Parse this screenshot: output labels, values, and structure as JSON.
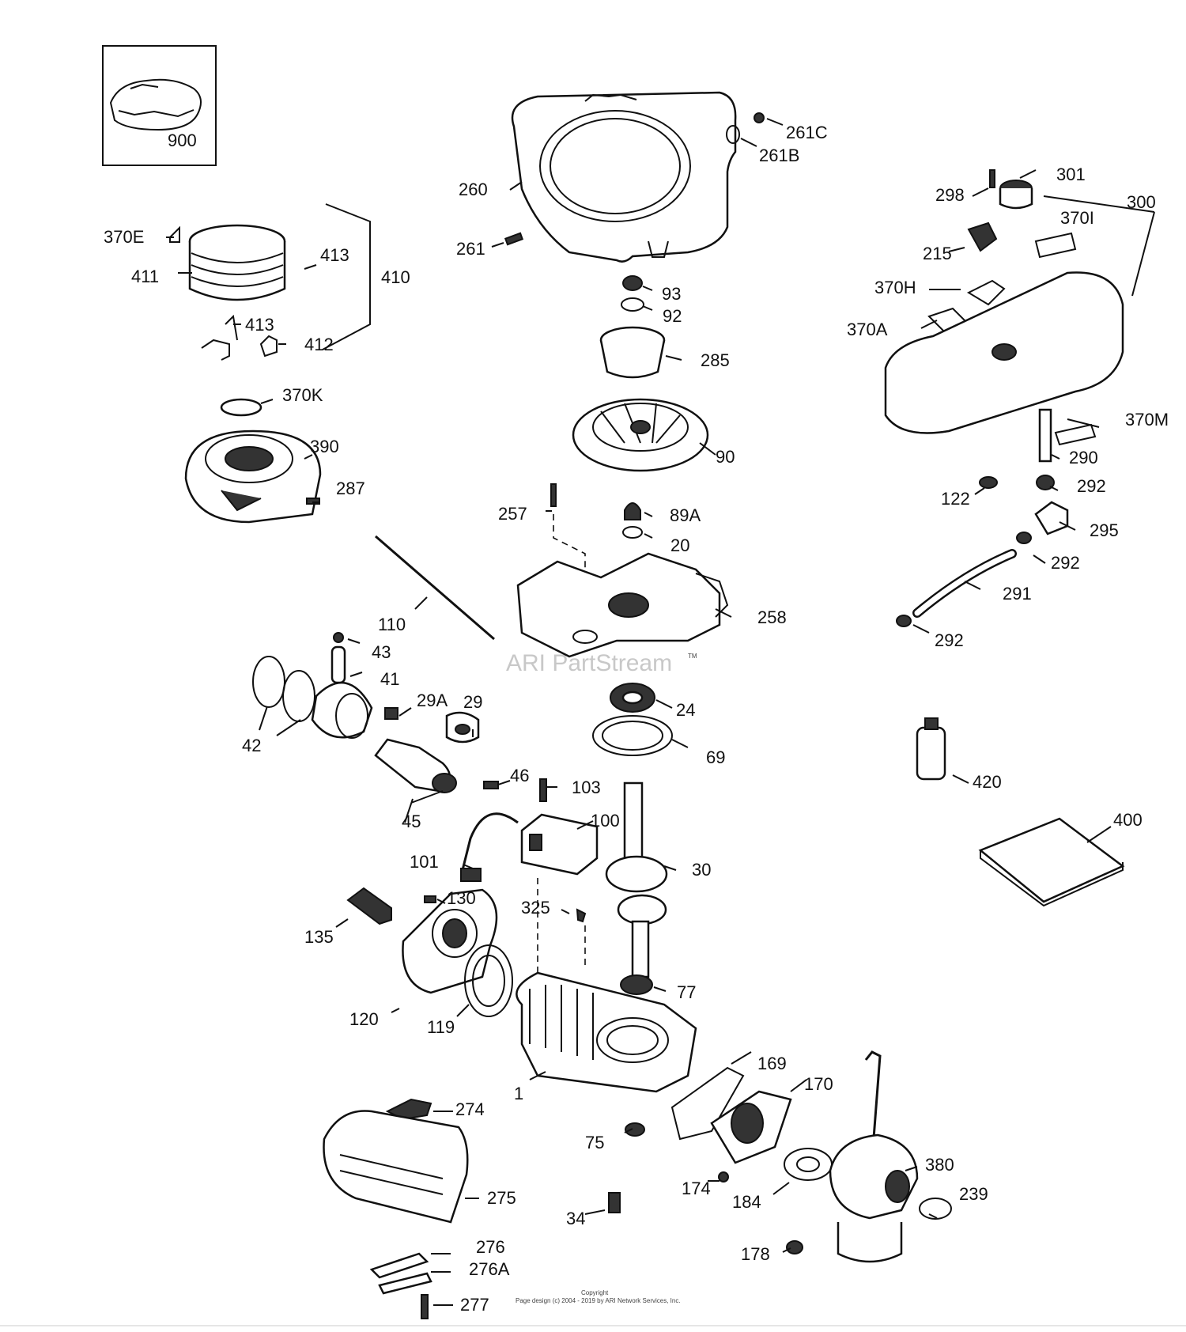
{
  "watermark": "ARI PartStream",
  "watermark_tm": "TM",
  "footer": {
    "copyright": "Copyright",
    "line": "Page design (c) 2004 - 2019 by ARI Network Services, Inc."
  },
  "labels": {
    "l900": "900",
    "l261C": "261C",
    "l261B": "261B",
    "l260": "260",
    "l261": "261",
    "l370E": "370E",
    "l411": "411",
    "l413a": "413",
    "l410": "410",
    "l413b": "413",
    "l412": "412",
    "l93": "93",
    "l92": "92",
    "l285": "285",
    "l90": "90",
    "l89A": "89A",
    "l20": "20",
    "l257": "257",
    "l258": "258",
    "l24": "24",
    "l69": "69",
    "l370K": "370K",
    "l390": "390",
    "l287": "287",
    "l110": "110",
    "l43": "43",
    "l41": "41",
    "l42": "42",
    "l29A": "29A",
    "l29": "29",
    "l46": "46",
    "l45": "45",
    "l103": "103",
    "l100": "100",
    "l101": "101",
    "l30": "30",
    "l130": "130",
    "l135": "135",
    "l325": "325",
    "l120": "120",
    "l119": "119",
    "l77": "77",
    "l1": "1",
    "l169": "169",
    "l170": "170",
    "l75": "75",
    "l174": "174",
    "l184": "184",
    "l380": "380",
    "l239": "239",
    "l178": "178",
    "l34": "34",
    "l274": "274",
    "l275": "275",
    "l276": "276",
    "l276A": "276A",
    "l277": "277",
    "l298": "298",
    "l301": "301",
    "l300": "300",
    "l370I": "370I",
    "l215": "215",
    "l370H": "370H",
    "l370A": "370A",
    "l370M": "370M",
    "l290": "290",
    "l122": "122",
    "l292a": "292",
    "l295": "295",
    "l292b": "292",
    "l291": "291",
    "l292c": "292",
    "l420": "420",
    "l400": "400"
  }
}
